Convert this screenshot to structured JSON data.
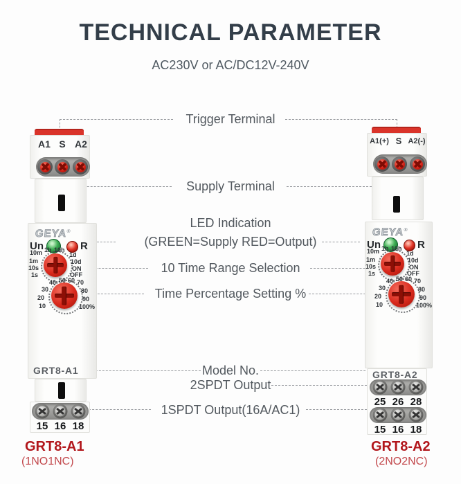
{
  "header": {
    "title": "TECHNICAL PARAMETER",
    "subtitle": "AC230V or AC/DC12V-240V"
  },
  "annotations": {
    "trigger_terminal": "Trigger Terminal",
    "supply_terminal": "Supply Terminal",
    "led_indication_line1": "LED Indication",
    "led_indication_line2": "(GREEN=Supply  RED=Output)",
    "time_range": "10 Time Range Selection",
    "time_percentage": "Time Percentage Setting %",
    "model_no": "Model No.",
    "output_2spdt": "2SPDT Output",
    "output_1spdt": "1SPDT Output(16A/AC1)"
  },
  "dials": {
    "time": {
      "ticks_top": [
        "1h",
        "10h"
      ],
      "ticks_left": [
        "10m",
        "1m",
        "10s",
        "1s"
      ],
      "ticks_right": [
        "1d",
        "10d",
        "ON",
        "OFF"
      ]
    },
    "percent": {
      "ticks_top": [
        "40",
        "50",
        "60",
        "70"
      ],
      "ticks_left": [
        "30",
        "20",
        "10"
      ],
      "ticks_right": [
        "80",
        "90",
        "100%"
      ]
    }
  },
  "devices": {
    "left": {
      "brand": "GEYA",
      "reg": "®",
      "un": "Un",
      "r": "R",
      "top_terminals": [
        "A1",
        "S",
        "A2"
      ],
      "model": "GRT8-A1",
      "bottom_terminals": [
        "15",
        "16",
        "18"
      ],
      "caption_model": "GRT8-A1",
      "caption_type": "(1NO1NC)"
    },
    "right": {
      "brand": "GEYA",
      "reg": "®",
      "un": "Un",
      "r": "R",
      "top_terminals": [
        "A1(+)",
        "S",
        "A2(-)"
      ],
      "model": "GRT8-A2",
      "terminals_row1": [
        "25",
        "26",
        "28"
      ],
      "terminals_row2": [
        "15",
        "16",
        "18"
      ],
      "caption_model": "GRT8-A2",
      "caption_type": "(2NO2NC)"
    }
  },
  "colors": {
    "device_red": "#da342a",
    "caption_red": "#b2161b",
    "led_green": "#2f9e4e",
    "led_red": "#d92a1d",
    "title": "#333e49",
    "annotation": "#52585e",
    "dash": "#96999d"
  }
}
